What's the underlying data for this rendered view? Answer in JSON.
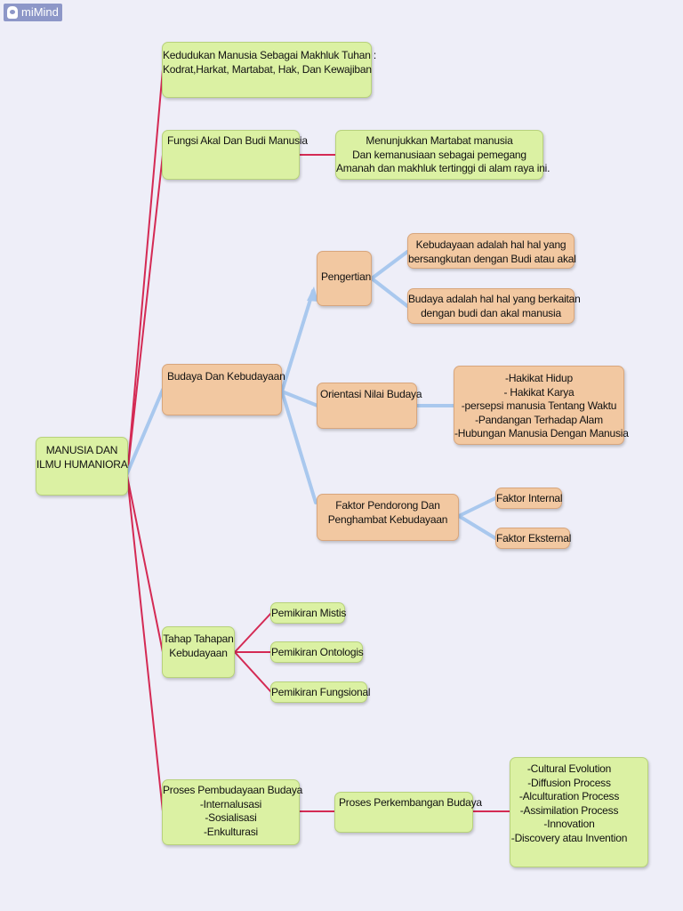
{
  "brand": {
    "name": "miMind",
    "icon": "brain-icon"
  },
  "colors": {
    "red_edge": "#d42a54",
    "blue_edge": "#a9c8ee",
    "green_node": "#dbf1a3",
    "orange_node": "#f2c8a1"
  },
  "root": {
    "lines": [
      "MANUSIA DAN",
      "ILMU HUMANIORA"
    ]
  },
  "kedudukan": {
    "lines": [
      "Kedudukan Manusia Sebagai Makhluk Tuhan :",
      "Kodrat,Harkat, Martabat, Hak, Dan Kewajiban"
    ]
  },
  "fungsi": {
    "label": "Fungsi Akal Dan Budi Manusia",
    "detail": [
      "Menunjukkan Martabat manusia",
      "Dan kemanusiaan sebagai pemegang",
      "Amanah dan makhluk tertinggi di alam raya ini."
    ]
  },
  "budaya": {
    "label": "Budaya Dan Kebudayaan",
    "pengertian": {
      "label": "Pengertian",
      "def1": [
        "Kebudayaan adalah hal hal yang",
        "bersangkutan dengan Budi atau akal"
      ],
      "def2": [
        "Budaya adalah hal hal yang berkaitan",
        "dengan budi dan akal manusia"
      ]
    },
    "orientasi": {
      "label": "Orientasi Nilai Budaya",
      "items": [
        "-Hakikat Hidup",
        "- Hakikat Karya",
        "-persepsi manusia Tentang Waktu",
        "-Pandangan Terhadap Alam",
        "-Hubungan Manusia Dengan Manusia"
      ]
    },
    "faktor": {
      "lines": [
        "Faktor Pendorong Dan",
        "Penghambat Kebudayaan"
      ],
      "internal": "Faktor Internal",
      "eksternal": "Faktor Eksternal"
    }
  },
  "tahap": {
    "lines": [
      "Tahap Tahapan",
      "Kebudayaan"
    ],
    "items": [
      "Pemikiran Mistis",
      "Pemikiran Ontologis",
      "Pemikiran Fungsional"
    ]
  },
  "proses": {
    "lines": [
      "Proses Pembudayaan Budaya",
      "-Internalusasi",
      "-Sosialisasi",
      "-Enkulturasi"
    ],
    "perkembangan": "Proses Perkembangan Budaya",
    "items": [
      "-Cultural Evolution",
      "-Diffusion Process",
      "-Alculturation Process",
      "-Assimilation Process",
      "-Innovation",
      "-Discovery atau Invention"
    ]
  }
}
